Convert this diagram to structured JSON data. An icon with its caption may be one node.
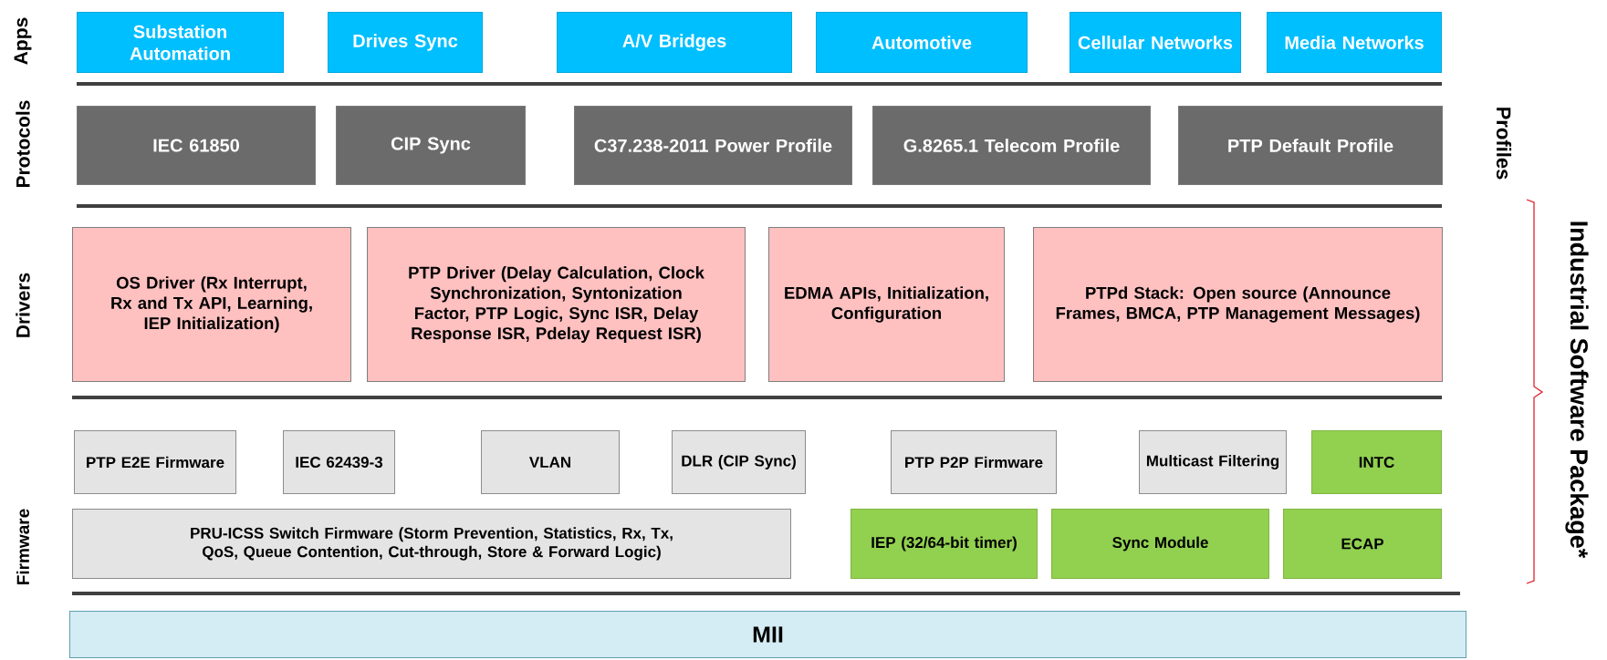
{
  "diagram": {
    "nodes": [
      {
        "text": [
          "Substation Automation"
        ]
      },
      {
        "text": [
          "Drives Sync"
        ]
      },
      {
        "text": [
          "A/V Bridges"
        ]
      },
      {
        "text": [
          "Automotive"
        ]
      },
      {
        "text": [
          "Cellular Networks"
        ]
      },
      {
        "text": [
          "Media Networks"
        ]
      },
      {
        "text": [
          "IEC 61850"
        ]
      },
      {
        "text": [
          "CIP Sync"
        ]
      },
      {
        "text": [
          "C37.238-2011 Power Profile"
        ]
      },
      {
        "text": [
          "G.8265.1 Telecom Profile"
        ]
      },
      {
        "text": [
          "PTP Default Profile"
        ]
      },
      {
        "text": [
          "OS Driver (Rx Interrupt, Rx and Tx API, Learning, IEP Initialization)"
        ]
      },
      {
        "text": [
          "PTP Driver (Delay Calculation, Clock Synchronization, Syntonization Factor, PTP Logic, Sync ISR, Delay Response ISR, Pdelay Request ISR)"
        ]
      },
      {
        "text": [
          "EDMA APIs, Initialization, Configuration"
        ]
      },
      {
        "text": [
          "PTPd Stack: Open source (Announce Frames, BMCA, PTP Management Messages)"
        ]
      },
      {
        "text": [
          "PTP E2E Firmware"
        ]
      },
      {
        "text": [
          "IEC 62439-3"
        ]
      },
      {
        "text": [
          "VLAN"
        ]
      },
      {
        "text": [
          "DLR (CIP Sync)"
        ]
      },
      {
        "text": [
          "PTP P2P Firmware"
        ]
      },
      {
        "text": [
          "Multicast Filtering"
        ]
      },
      {
        "text": [
          "INTC"
        ]
      },
      {
        "text": [
          "PRU-ICSS Switch Firmware (Storm Prevention, Statistics, Rx, Tx, QoS, Queue Contention, Cut-through, Store & Forward Logic)"
        ]
      },
      {
        "text": [
          "IEP (32/64-bit timer)"
        ]
      },
      {
        "text": [
          "Sync Module"
        ]
      },
      {
        "text": [
          "ECAP"
        ]
      },
      {
        "text": [
          "MII"
        ]
      }
    ],
    "labels": [
      "Apps",
      "Protocols",
      "Profiles",
      "Drivers",
      "Industrial Software Package*",
      "Firmware"
    ]
  }
}
